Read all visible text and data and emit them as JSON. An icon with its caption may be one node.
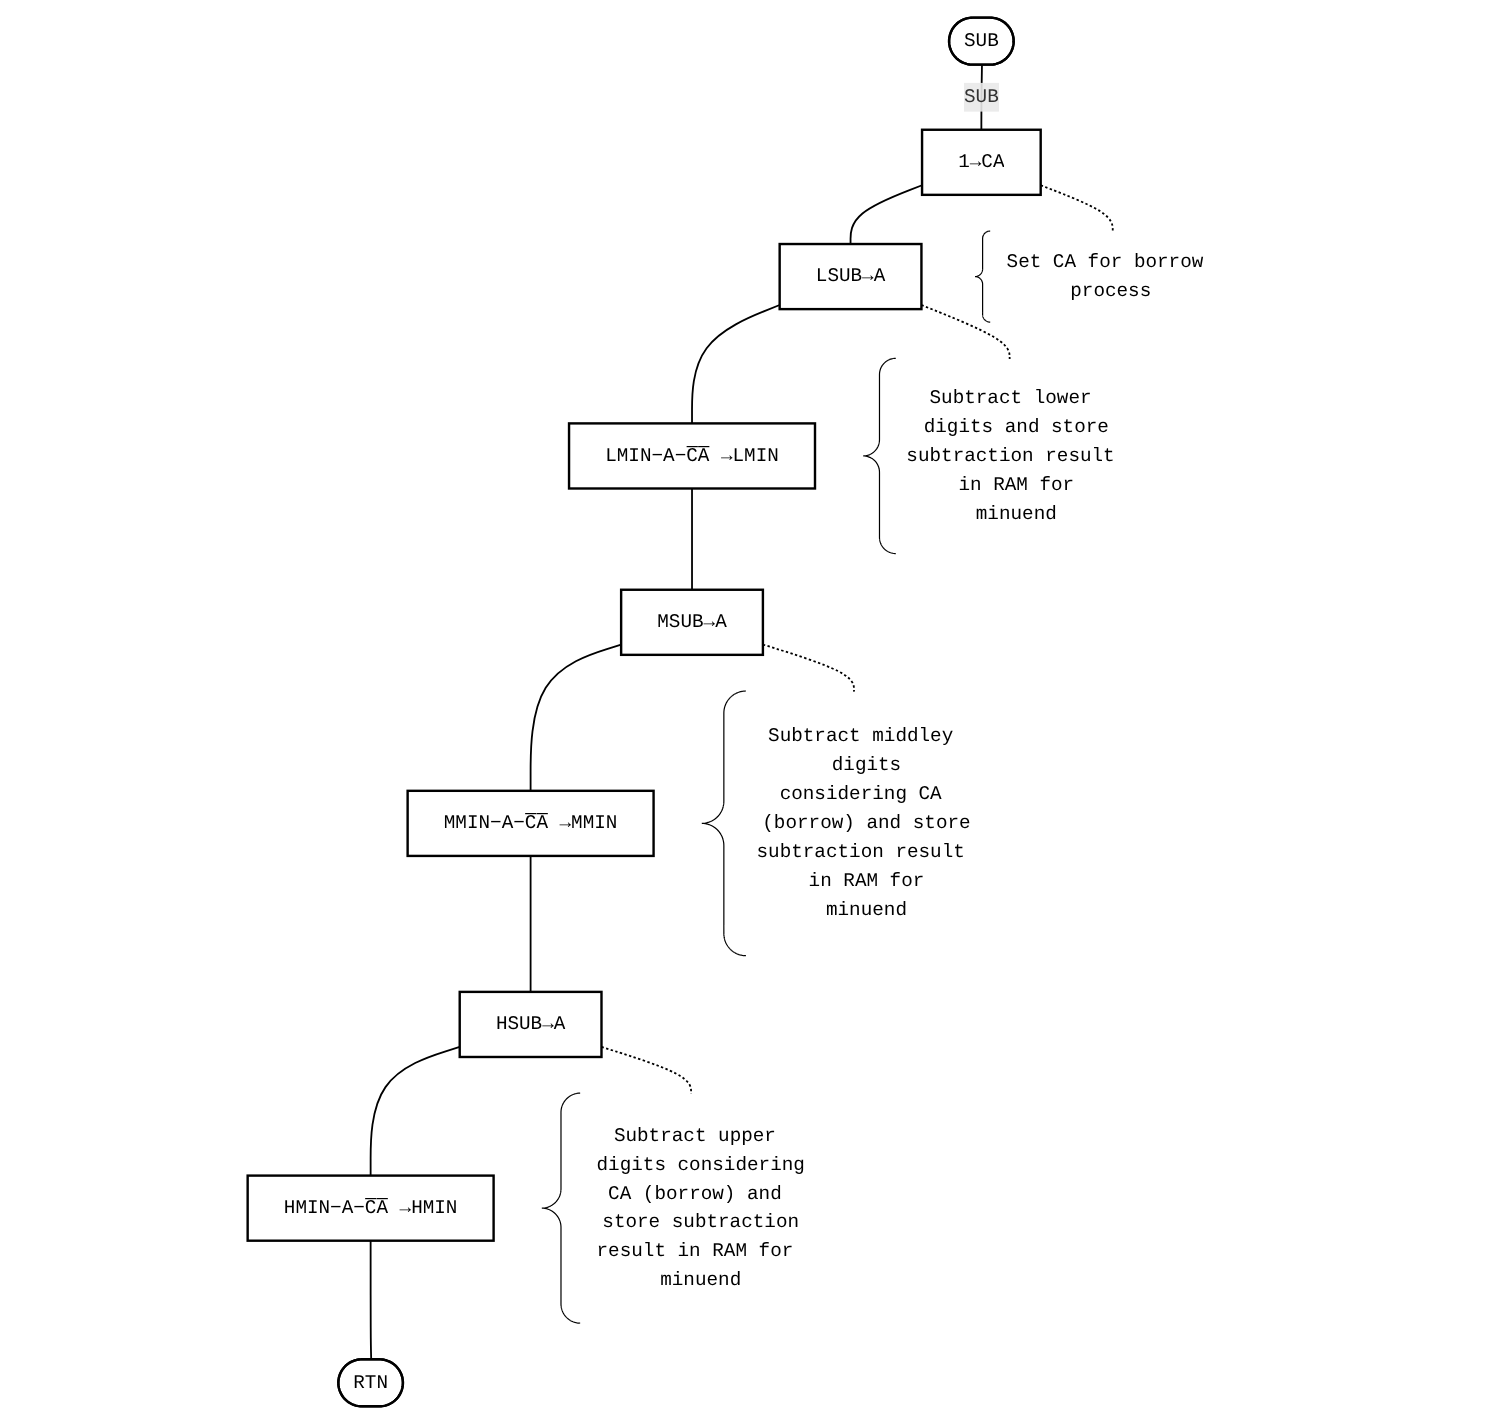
{
  "diagram": {
    "nodes": [
      {
        "text": [
          "SUB"
        ]
      },
      {
        "text": [
          "1→CA"
        ],
        "beside": [
          "SUB"
        ]
      },
      {
        "text": [
          "LSUB→A"
        ]
      },
      {
        "text": [
          "LMIN−A−C̅A̅ →LMIN"
        ]
      },
      {
        "text": [
          "MSUB→A"
        ]
      },
      {
        "text": [
          "MMIN−A−C̅A̅ →MMIN"
        ]
      },
      {
        "text": [
          "HSUB→A"
        ]
      },
      {
        "text": [
          "HMIN−A−C̅A̅ →HMIN"
        ]
      },
      {
        "text": [
          "RTN"
        ]
      },
      {
        "text": [
          "Set CA for borrow process"
        ]
      },
      {
        "text": [
          "Subtract lower digits and store subtraction result in RAM for minuend"
        ]
      },
      {
        "text": [
          "Subtract middley digits considering CA (borrow) and store subtraction result in RAM for minuend"
        ]
      },
      {
        "text": [
          "Subtract upper digits considering CA (borrow) and store subtraction result in RAM for minuend"
        ]
      }
    ],
    "edges": [
      {
        "from": 0,
        "to": 1,
        "arrow": "none"
      },
      {
        "from": 1,
        "to": 2,
        "arrow": "none"
      },
      {
        "from": 2,
        "to": 3,
        "arrow": "none"
      },
      {
        "from": 3,
        "to": 4,
        "arrow": "none"
      },
      {
        "from": 4,
        "to": 5,
        "arrow": "none"
      },
      {
        "from": 5,
        "to": 6,
        "arrow": "none"
      },
      {
        "from": 6,
        "to": 7,
        "arrow": "none"
      },
      {
        "from": 7,
        "to": 8,
        "arrow": "none"
      },
      {
        "from": 1,
        "to": 9,
        "arrow": "none",
        "style": "dashed"
      },
      {
        "from": 2,
        "to": 10,
        "arrow": "none",
        "style": "dashed"
      },
      {
        "from": 4,
        "to": 11,
        "arrow": "none",
        "style": "dashed"
      },
      {
        "from": 6,
        "to": 12,
        "arrow": "none",
        "style": "dashed"
      }
    ]
  }
}
